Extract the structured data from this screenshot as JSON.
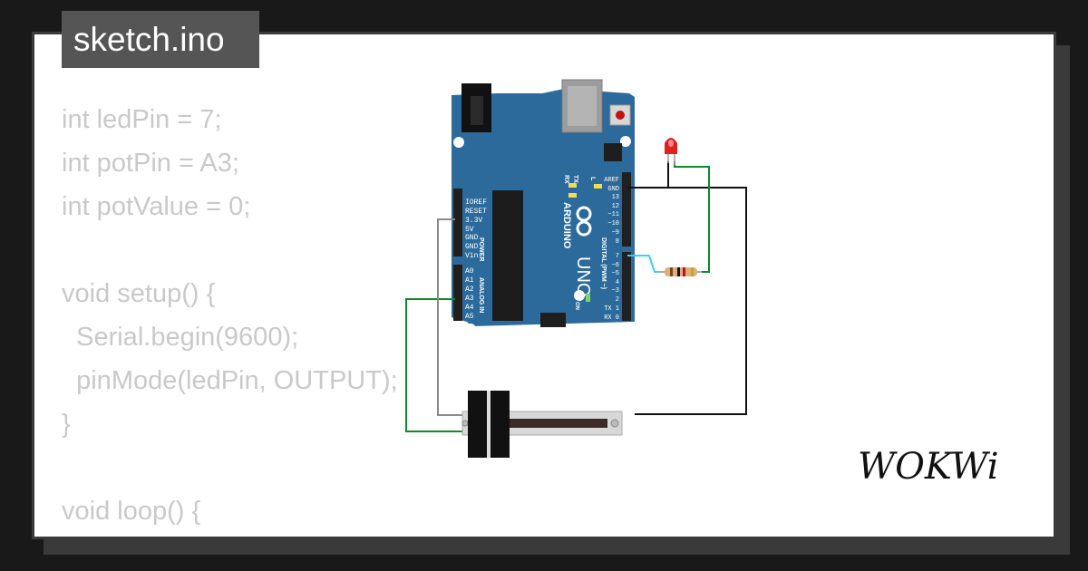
{
  "file_tab": {
    "label": "sketch.ino"
  },
  "code": {
    "lines": [
      "int ledPin = 7;",
      "int potPin = A3;",
      "int potValue = 0;",
      "",
      "void setup() {",
      "  Serial.begin(9600);",
      "  pinMode(ledPin, OUTPUT);",
      "}",
      "",
      "void loop() {"
    ]
  },
  "board": {
    "brand": "ARDUINO",
    "model": "UNO",
    "power_header_title": "POWER",
    "analog_header_title": "ANALOG IN",
    "digital_header_title": "DIGITAL (PWM ~)",
    "on_label": "ON",
    "tx_label": "TX",
    "rx_label": "RX",
    "l_label": "L",
    "power_pins": [
      "IOREF",
      "RESET",
      "3.3V",
      "5V",
      "GND",
      "GND",
      "Vin"
    ],
    "analog_pins": [
      "A0",
      "A1",
      "A2",
      "A3",
      "A4",
      "A5"
    ],
    "digital_top_pins": [
      "AREF",
      "GND",
      "13",
      "12",
      "~11",
      "~10",
      "~9",
      "8"
    ],
    "digital_bottom_pins": [
      "7",
      "~6",
      "~5",
      "4",
      "~3",
      "2",
      "TX 1",
      "RX 0"
    ]
  },
  "colors": {
    "board": "#2b6a9a",
    "wire_green": "#0d8a2c",
    "wire_gray": "#8a8a8a",
    "wire_black": "#111111",
    "wire_cyan": "#37d2ea",
    "led_red": "#e02020"
  },
  "brand_logo": {
    "text": "WOKWi"
  }
}
